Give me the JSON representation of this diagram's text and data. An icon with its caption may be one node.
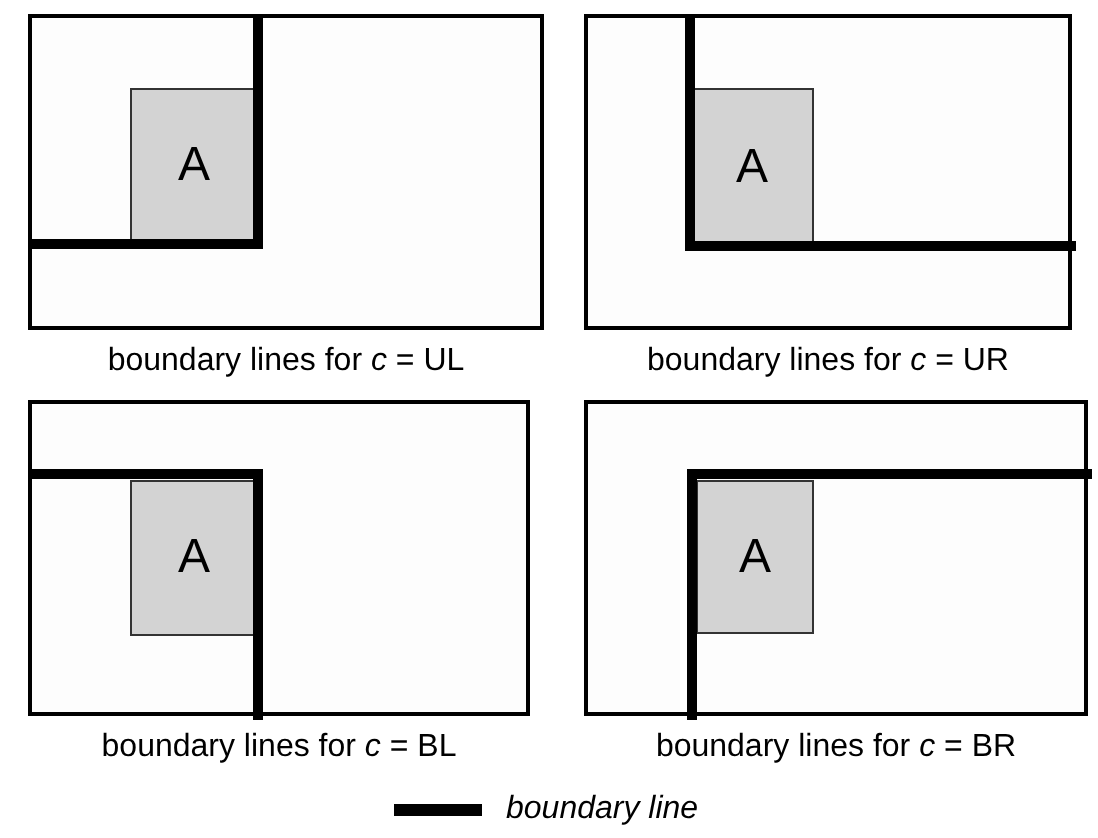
{
  "diagram": {
    "nodes": [
      {
        "text": [],
        "shape": "box",
        "beside": [
          "boundary lines for *c* = UL"
        ]
      },
      {
        "text": [
          "A"
        ],
        "in": 0
      },
      {
        "text": [],
        "shape": "box",
        "beside": [
          "boundary lines for *c* = UR"
        ]
      },
      {
        "text": [
          "A"
        ],
        "in": 2
      },
      {
        "text": [],
        "shape": "box",
        "beside": [
          "boundary lines for *c* = BL"
        ]
      },
      {
        "text": [
          "A"
        ],
        "in": 4
      },
      {
        "text": [],
        "shape": "box",
        "beside": [
          "boundary lines for *c* = BR"
        ]
      },
      {
        "text": [
          "A"
        ],
        "in": 6
      }
    ],
    "edges": [],
    "legend": [
      {
        "text": "boundary line"
      }
    ]
  }
}
